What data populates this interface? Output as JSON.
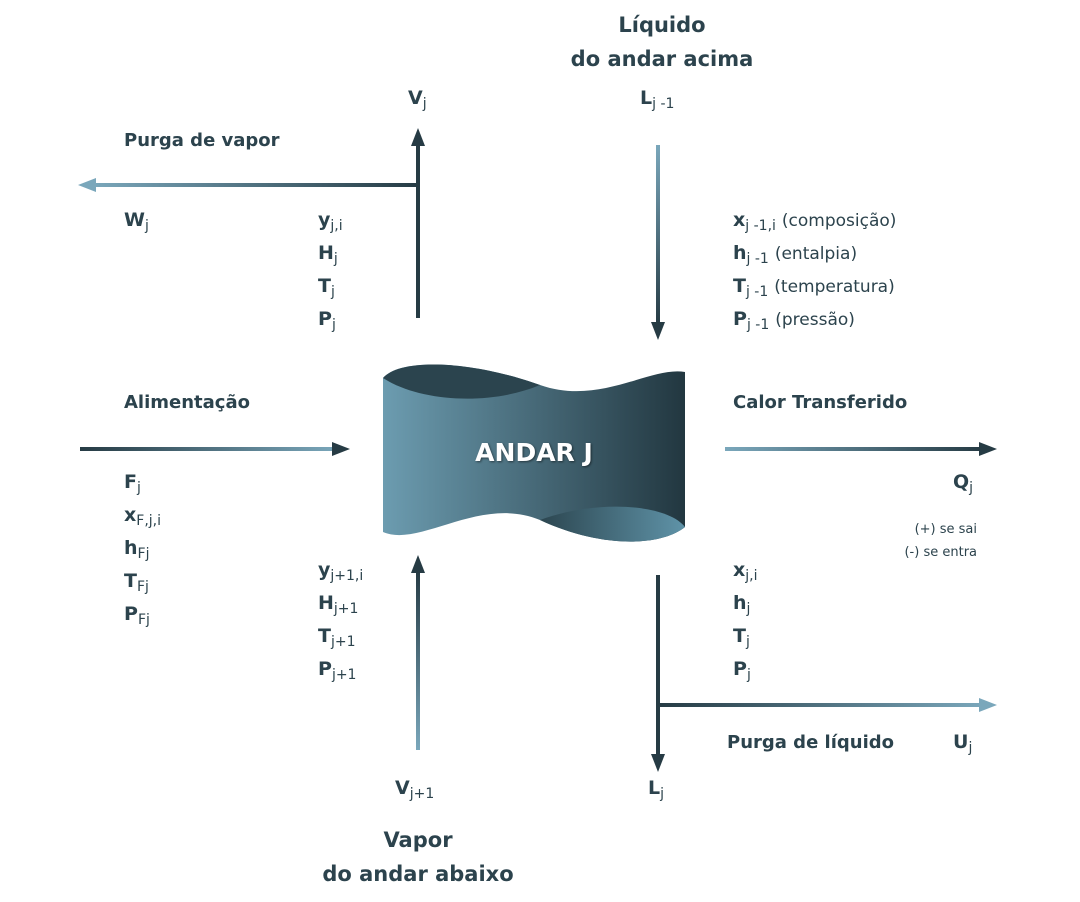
{
  "top_stream": {
    "title_line1": "Líquido",
    "title_line2": "do andar acima",
    "symbol": {
      "sym": "L",
      "sub": "j -1"
    }
  },
  "bottom_stream": {
    "title_line1": "Vapor",
    "title_line2": "do andar abaixo",
    "symbol": {
      "sym": "V",
      "sub": "j+1"
    }
  },
  "vapor_out": {
    "symbol": {
      "sym": "V",
      "sub": "j"
    }
  },
  "liquid_out": {
    "symbol": {
      "sym": "L",
      "sub": "j"
    }
  },
  "vapor_purge": {
    "label": "Purga de vapor",
    "symbol": {
      "sym": "W",
      "sub": "j"
    }
  },
  "liquid_purge": {
    "label": "Purga de líquido",
    "symbol": {
      "sym": "U",
      "sub": "j"
    }
  },
  "feed": {
    "label": "Alimentação",
    "symbol": {
      "sym": "F",
      "sub": "j"
    },
    "vars": [
      {
        "sym": "x",
        "sub": "F,j,i"
      },
      {
        "sym": "h",
        "sub": "Fj"
      },
      {
        "sym": "T",
        "sub": "Fj"
      },
      {
        "sym": "P",
        "sub": "Fj"
      }
    ]
  },
  "heat": {
    "label": "Calor Transferido",
    "symbol": {
      "sym": "Q",
      "sub": "j"
    },
    "note_line1": "(+) se sai",
    "note_line2": "(-) se entra"
  },
  "stage": {
    "label": "ANDAR  J"
  },
  "vapor_out_vars": [
    {
      "sym": "y",
      "sub": "j,i"
    },
    {
      "sym": "H",
      "sub": "j"
    },
    {
      "sym": "T",
      "sub": "j"
    },
    {
      "sym": "P",
      "sub": "j"
    }
  ],
  "vapor_in_vars": [
    {
      "sym": "y",
      "sub": "j+1,i"
    },
    {
      "sym": "H",
      "sub": "j+1"
    },
    {
      "sym": "T",
      "sub": "j+1"
    },
    {
      "sym": "P",
      "sub": "j+1"
    }
  ],
  "liquid_in_vars": [
    {
      "sym": "x",
      "sub": "j -1,i",
      "note": "(composição)"
    },
    {
      "sym": "h",
      "sub": "j -1",
      "note": "(entalpia)"
    },
    {
      "sym": "T",
      "sub": "j -1",
      "note": "(temperatura)"
    },
    {
      "sym": "P",
      "sub": "j -1",
      "note": "(pressão)"
    }
  ],
  "liquid_out_vars": [
    {
      "sym": "x",
      "sub": "j,i"
    },
    {
      "sym": "h",
      "sub": "j"
    },
    {
      "sym": "T",
      "sub": "j"
    },
    {
      "sym": "P",
      "sub": "j"
    }
  ],
  "colors": {
    "dark": "#263b44",
    "light": "#6f9db2",
    "text": "#2c434d"
  }
}
